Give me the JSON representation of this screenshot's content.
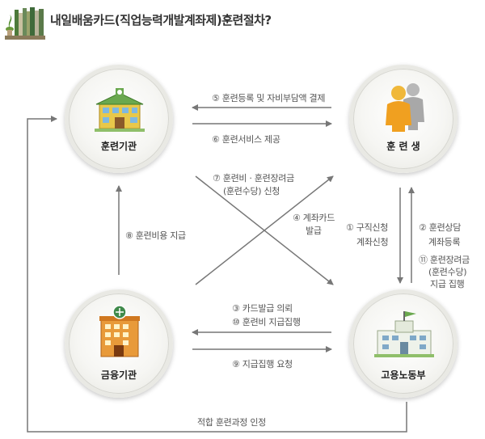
{
  "title": "내일배움카드(직업능력개발계좌제)훈련절차?",
  "nodes": {
    "training_institution": "훈련기관",
    "trainee": "훈 련 생",
    "financial_institution": "금융기관",
    "labor_ministry": "고용노동부"
  },
  "steps": {
    "s5": "⑤ 훈련등록 및 자비부담액 결제",
    "s6": "⑥ 훈련서비스 제공",
    "s7_line1": "⑦ 훈련비 · 훈련장려금",
    "s7_line2": "(훈련수당) 신청",
    "s4_line1": "④ 계좌카드",
    "s4_line2": "발급",
    "s8": "⑧ 훈련비용 지급",
    "s1_line1": "① 구직신청",
    "s1_line2": "계좌신청",
    "s2_line1": "② 훈련상담",
    "s2_line2": "계좌등록",
    "s11_line1": "⑪ 훈련장려금",
    "s11_line2": "(훈련수당)",
    "s11_line3": "지급 집행",
    "s3": "③ 카드발급 의뢰",
    "s10": "⑩ 훈련비 지급집행",
    "s9": "⑨ 지급집행 요청",
    "bottom": "적합 훈련과정 인정"
  },
  "colors": {
    "arrow": "#777777",
    "book_green": "#5a8a3a",
    "building_green": "#6aa84f"
  },
  "icons": [
    "books-icon",
    "school-building-icon",
    "people-icon",
    "bank-building-icon",
    "government-building-icon"
  ]
}
